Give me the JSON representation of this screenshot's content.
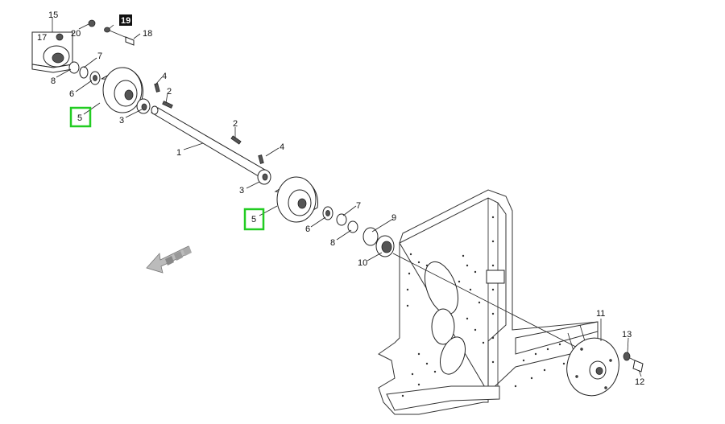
{
  "callouts": {
    "c15": "15",
    "c17": "17",
    "c20": "20",
    "c19": "19",
    "c18": "18",
    "c7a": "7",
    "c8a": "8",
    "c6a": "6",
    "c4a": "4",
    "c2a": "2",
    "c5a": "5",
    "c3a": "3",
    "c2b": "2",
    "c1": "1",
    "c4b": "4",
    "c3b": "3",
    "c5b": "5",
    "c7b": "7",
    "c9": "9",
    "c6b": "6",
    "c8b": "8",
    "c10": "10",
    "c11": "11",
    "c13": "13",
    "c12": "12"
  },
  "highlight_color": "#22cc22",
  "inverse_badge_color": "#111111"
}
